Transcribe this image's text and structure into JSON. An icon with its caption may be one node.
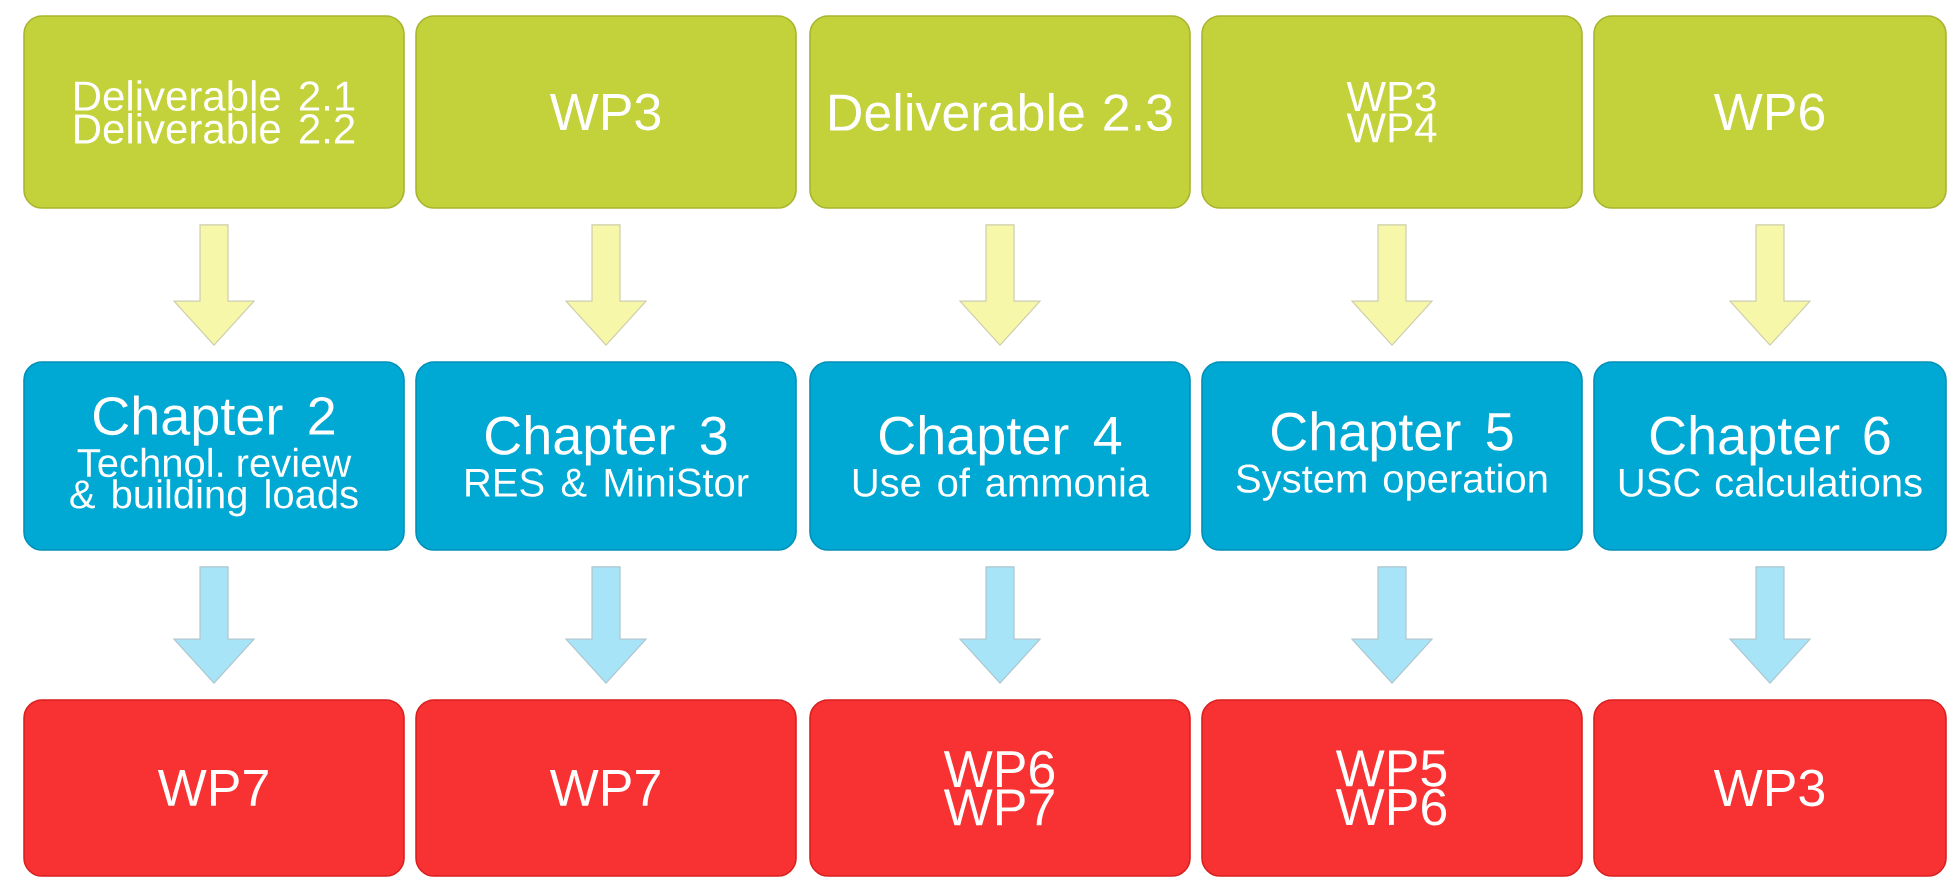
{
  "diagram": {
    "nodes": [
      {
        "text": [
          "Deliverable 2.1",
          "Deliverable 2.2"
        ]
      },
      {
        "text": [
          "WP3"
        ]
      },
      {
        "text": [
          "Deliverable 2.3"
        ]
      },
      {
        "text": [
          "WP3",
          "WP4"
        ]
      },
      {
        "text": [
          "WP6"
        ]
      },
      {
        "text": [
          "Chapter 2",
          "Technol. review & building loads"
        ]
      },
      {
        "text": [
          "Chapter 3",
          "RES & MiniStor"
        ]
      },
      {
        "text": [
          "Chapter 4",
          "Use of ammonia"
        ]
      },
      {
        "text": [
          "Chapter 5",
          "System operation"
        ]
      },
      {
        "text": [
          "Chapter 6",
          "USC calculations"
        ]
      },
      {
        "text": [
          "WP7"
        ]
      },
      {
        "text": [
          "WP7"
        ]
      },
      {
        "text": [
          "WP6",
          "WP7"
        ]
      },
      {
        "text": [
          "WP5",
          "WP6"
        ]
      },
      {
        "text": [
          "WP3"
        ]
      }
    ],
    "edges": [
      {
        "from": 0,
        "to": 5,
        "arrow": "to",
        "color": "#f6f7a8"
      },
      {
        "from": 1,
        "to": 6,
        "arrow": "to",
        "color": "#f6f7a8"
      },
      {
        "from": 2,
        "to": 7,
        "arrow": "to",
        "color": "#f6f7a8"
      },
      {
        "from": 3,
        "to": 8,
        "arrow": "to",
        "color": "#f6f7a8"
      },
      {
        "from": 4,
        "to": 9,
        "arrow": "to",
        "color": "#f6f7a8"
      },
      {
        "from": 5,
        "to": 10,
        "arrow": "to",
        "color": "#a8e4f8"
      },
      {
        "from": 6,
        "to": 11,
        "arrow": "to",
        "color": "#a8e4f8"
      },
      {
        "from": 7,
        "to": 12,
        "arrow": "to",
        "color": "#a8e4f8"
      },
      {
        "from": 8,
        "to": 13,
        "arrow": "to",
        "color": "#a8e4f8"
      },
      {
        "from": 9,
        "to": 14,
        "arrow": "to",
        "color": "#a8e4f8"
      }
    ]
  }
}
